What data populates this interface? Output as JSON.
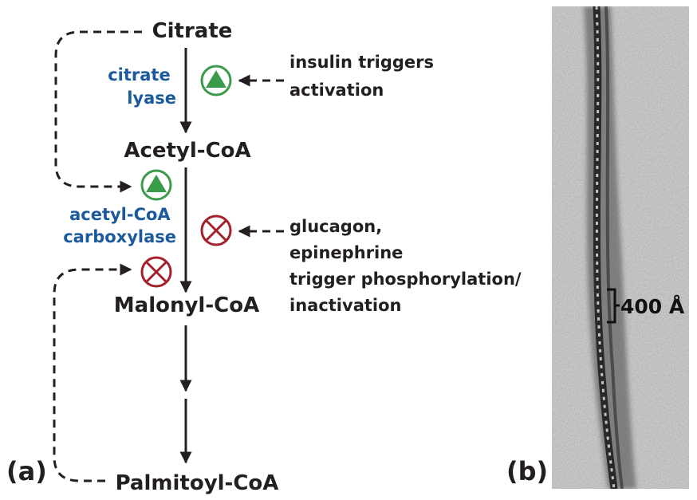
{
  "panel_a": {
    "label": "(a)",
    "metabolites": {
      "citrate": "Citrate",
      "acetyl_coa": "Acetyl-CoA",
      "malonyl_coa": "Malonyl-CoA",
      "palmitoyl_coa": "Palmitoyl-CoA"
    },
    "enzymes": {
      "citrate_lyase": [
        "citrate",
        "lyase"
      ],
      "acetyl_coa_carboxylase": [
        "acetyl-CoA",
        "carboxylase"
      ]
    },
    "annotations": {
      "insulin": [
        "insulin triggers",
        "activation"
      ],
      "glucagon": [
        "glucagon,",
        "epinephrine",
        "trigger phosphorylation/",
        "inactivation"
      ]
    },
    "symbols": {
      "activation": "activation-triangle-icon",
      "inhibition": "inhibition-cross-icon"
    },
    "colors": {
      "activation": "#3a9b4a",
      "inhibition": "#a3202c",
      "enzyme_text": "#1b5a9c",
      "text": "#231f20"
    }
  },
  "panel_b": {
    "label": "(b)",
    "scale_bar": "400 Å"
  }
}
